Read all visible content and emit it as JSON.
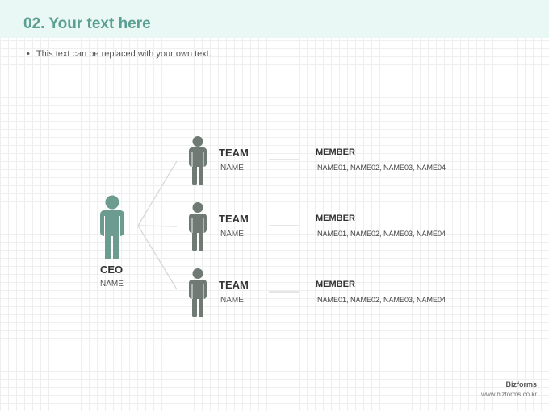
{
  "header": {
    "title": "02. Your text here"
  },
  "intro": {
    "bullet": "•",
    "text": "This text can be replaced with your own text."
  },
  "ceo": {
    "title": "CEO",
    "name": "NAME"
  },
  "teams": [
    {
      "title": "TEAM",
      "name": "NAME",
      "member_title": "MEMBER",
      "members": "NAME01,  NAME02,  NAME03,  NAME04"
    },
    {
      "title": "TEAM",
      "name": "NAME",
      "member_title": "MEMBER",
      "members": "NAME01,  NAME02,  NAME03,  NAME04"
    },
    {
      "title": "TEAM",
      "name": "NAME",
      "member_title": "MEMBER",
      "members": "NAME01,  NAME02,  NAME03,  NAME04"
    }
  ],
  "footer": {
    "brand": "Bizforms",
    "url": "www.bizforms.co.kr"
  },
  "colors": {
    "ceo_figure": "#6b9c8f",
    "team_figure": "#6f7a74",
    "accent": "#5b9e92",
    "header_bg": "#e9f8f4"
  },
  "icons": {
    "ceo": "person-icon",
    "team": "person-icon"
  }
}
